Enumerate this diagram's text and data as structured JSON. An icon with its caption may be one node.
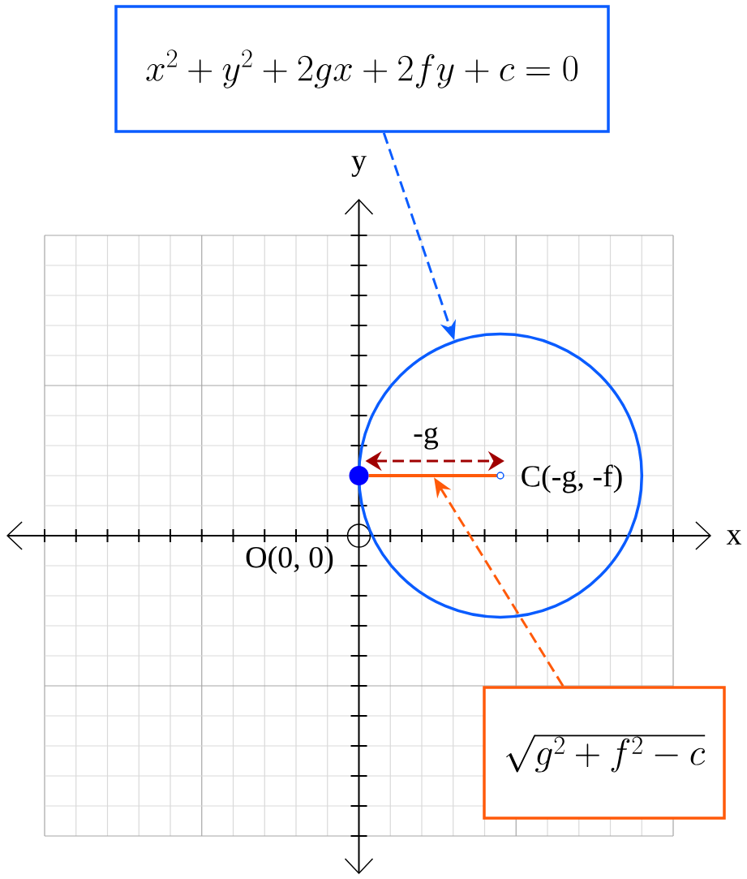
{
  "diagram": {
    "nodes": [
      {
        "text": [
          "x^{2} + y^{2} + 2gx + 2fy + c = 0"
        ]
      },
      {
        "text": [],
        "shape": "circle"
      },
      {
        "text": [
          "\\sqrt{g^{2} + f^{2} - c}"
        ]
      },
      {
        "text": [],
        "shape": "line",
        "in": 1
      }
    ],
    "edges": [
      {
        "from": 0,
        "to": 1,
        "arrow": "to",
        "style": "dashed",
        "color": "#0a5cff"
      },
      {
        "from": 2,
        "to": 3,
        "arrow": "to",
        "style": "dashed",
        "color": "#ff5a0a"
      }
    ],
    "labels": [
      "y",
      "-g",
      "C(-g, -f)",
      "x",
      "O(0, 0)"
    ]
  }
}
